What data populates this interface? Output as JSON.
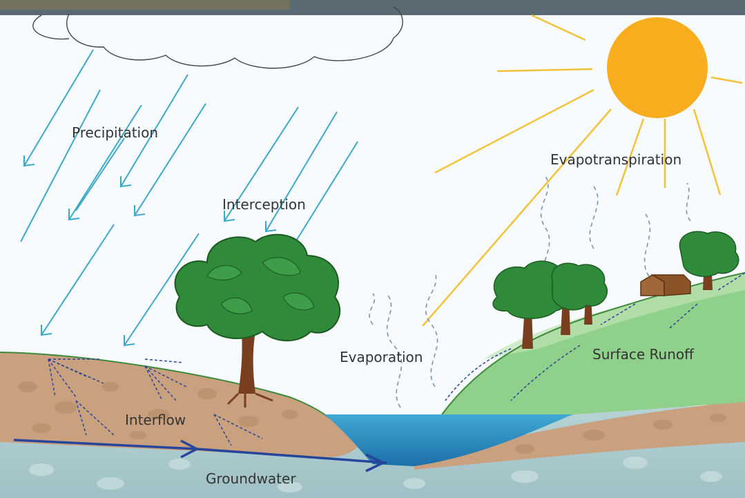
{
  "diagram": {
    "labels": {
      "precipitation": "Precipitation",
      "interception": "Interception",
      "evapotranspiration": "Evapotranspiration",
      "evaporation": "Evaporation",
      "surface_runoff": "Surface Runoff",
      "interflow": "Interflow",
      "groundwater": "Groundwater"
    },
    "colors": {
      "sky": "#f7fbfd",
      "rain": "#3aa9c9",
      "sun": "#f7ad1e",
      "sun_rays": "#f2c23a",
      "soil": "#c9a17f",
      "groundwater": "#a9c7cc",
      "hill": "#8fd08a",
      "water": "#2a93c4",
      "tree": "#2f8a3a",
      "trunk": "#7a3f1f",
      "flow_arrow": "#27459b",
      "evap_arrow": "#7f93b0"
    }
  }
}
